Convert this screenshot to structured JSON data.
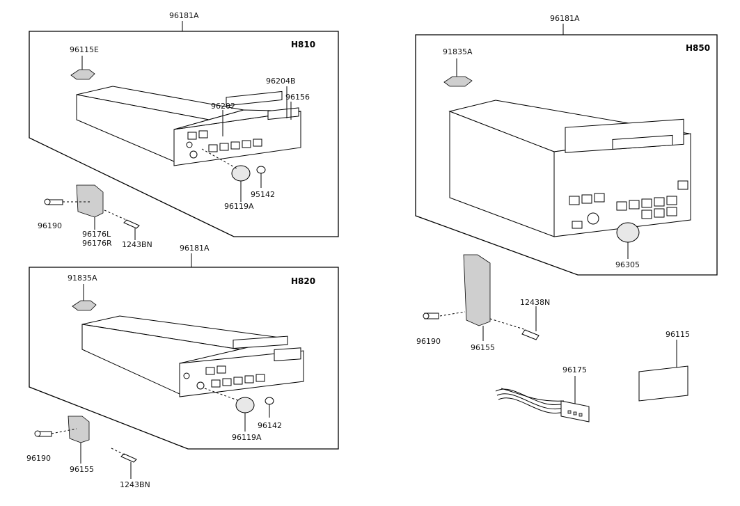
{
  "panels": {
    "h810": {
      "model": "H810",
      "assembly": "96181A",
      "labels": {
        "bracket_clip": "96115E",
        "cassette_button": "96204B",
        "eject_button": "96156",
        "tuner_button": "96202",
        "small_knob": "95142",
        "large_knob": "96119A",
        "screw": "96190",
        "side_bracket_l": "96176L",
        "side_bracket_r": "96176R",
        "tapping_screw": "1243BN"
      }
    },
    "h820": {
      "model": "H820",
      "assembly": "96181A",
      "labels": {
        "bracket_clip": "91835A",
        "small_knob": "96142",
        "large_knob": "96119A",
        "screw": "96190",
        "side_bracket": "96155",
        "tapping_screw": "1243BN"
      }
    },
    "h850": {
      "model": "H850",
      "assembly": "96181A",
      "labels": {
        "bracket_clip": "91835A",
        "large_knob": "96305",
        "screw": "96190",
        "side_bracket": "96155",
        "tapping_screw": "12438N",
        "wiring_harness": "96175",
        "card": "96115"
      }
    }
  }
}
